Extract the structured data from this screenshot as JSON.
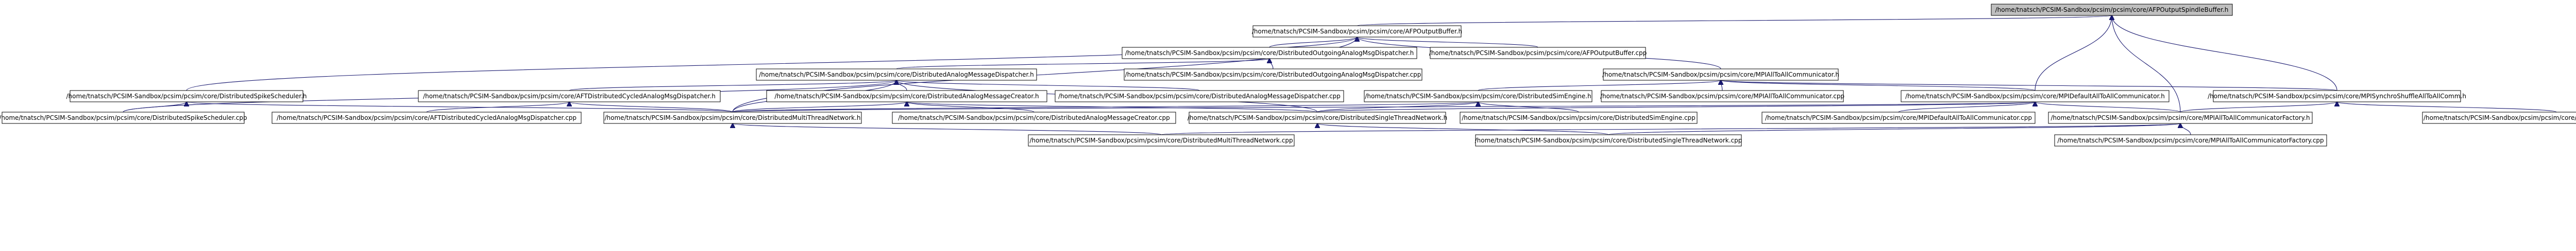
{
  "graph": {
    "root": "n0",
    "nodes": [
      {
        "id": "n0",
        "label": "/home/tnatsch/PCSIM-Sandbox/pcsim/pcsim/core/AFPOutputSpindleBuffer.h",
        "kind": "root"
      },
      {
        "id": "n1",
        "label": "/home/tnatsch/PCSIM-Sandbox/pcsim/pcsim/core/AFPOutputBuffer.h"
      },
      {
        "id": "n2",
        "label": "/home/tnatsch/PCSIM-Sandbox/pcsim/pcsim/core/DistributedOutgoingAnalogMsgDispatcher.h"
      },
      {
        "id": "n3",
        "label": "/home/tnatsch/PCSIM-Sandbox/pcsim/pcsim/core/AFPOutputBuffer.cpp"
      },
      {
        "id": "n4",
        "label": "/home/tnatsch/PCSIM-Sandbox/pcsim/pcsim/core/DistributedAnalogMessageDispatcher.h"
      },
      {
        "id": "n5",
        "label": "/home/tnatsch/PCSIM-Sandbox/pcsim/pcsim/core/DistributedOutgoingAnalogMsgDispatcher.cpp"
      },
      {
        "id": "n6",
        "label": "/home/tnatsch/PCSIM-Sandbox/pcsim/pcsim/core/MPIAllToAllCommunicator.h"
      },
      {
        "id": "n7",
        "label": "/home/tnatsch/PCSIM-Sandbox/pcsim/pcsim/core/DistributedSpikeScheduler.h"
      },
      {
        "id": "n8",
        "label": "/home/tnatsch/PCSIM-Sandbox/pcsim/pcsim/core/AFTDistributedCycledAnalogMsgDispatcher.h"
      },
      {
        "id": "n9",
        "label": "/home/tnatsch/PCSIM-Sandbox/pcsim/pcsim/core/DistributedAnalogMessageCreator.h"
      },
      {
        "id": "n10",
        "label": "/home/tnatsch/PCSIM-Sandbox/pcsim/pcsim/core/DistributedAnalogMessageDispatcher.cpp"
      },
      {
        "id": "n11",
        "label": "/home/tnatsch/PCSIM-Sandbox/pcsim/pcsim/core/DistributedSimEngine.h"
      },
      {
        "id": "n12",
        "label": "/home/tnatsch/PCSIM-Sandbox/pcsim/pcsim/core/MPIAllToAllCommunicator.cpp"
      },
      {
        "id": "n13",
        "label": "/home/tnatsch/PCSIM-Sandbox/pcsim/pcsim/core/MPIDefaultAllToAllCommunicator.h"
      },
      {
        "id": "n14",
        "label": "/home/tnatsch/PCSIM-Sandbox/pcsim/pcsim/core/MPISynchroShuffleAllToAllComm.h"
      },
      {
        "id": "n15",
        "label": "/home/tnatsch/PCSIM-Sandbox/pcsim/pcsim/core/DistributedSpikeScheduler.cpp"
      },
      {
        "id": "n16",
        "label": "/home/tnatsch/PCSIM-Sandbox/pcsim/pcsim/core/AFTDistributedCycledAnalogMsgDispatcher.cpp"
      },
      {
        "id": "n17",
        "label": "/home/tnatsch/PCSIM-Sandbox/pcsim/pcsim/core/DistributedMultiThreadNetwork.h"
      },
      {
        "id": "n18",
        "label": "/home/tnatsch/PCSIM-Sandbox/pcsim/pcsim/core/DistributedAnalogMessageCreator.cpp"
      },
      {
        "id": "n19",
        "label": "/home/tnatsch/PCSIM-Sandbox/pcsim/pcsim/core/DistributedSingleThreadNetwork.h"
      },
      {
        "id": "n20",
        "label": "/home/tnatsch/PCSIM-Sandbox/pcsim/pcsim/core/DistributedSimEngine.cpp"
      },
      {
        "id": "n21",
        "label": "/home/tnatsch/PCSIM-Sandbox/pcsim/pcsim/core/MPIDefaultAllToAllCommunicator.cpp"
      },
      {
        "id": "n22",
        "label": "/home/tnatsch/PCSIM-Sandbox/pcsim/pcsim/core/MPIAllToAllCommunicatorFactory.h"
      },
      {
        "id": "n23",
        "label": "/home/tnatsch/PCSIM-Sandbox/pcsim/pcsim/core/MPISynchroShuffleAllToAllComm.cpp"
      },
      {
        "id": "n24",
        "label": "/home/tnatsch/PCSIM-Sandbox/pcsim/pcsim/core/DistributedMultiThreadNetwork.cpp"
      },
      {
        "id": "n25",
        "label": "/home/tnatsch/PCSIM-Sandbox/pcsim/pcsim/core/DistributedSingleThreadNetwork.cpp"
      },
      {
        "id": "n26",
        "label": "/home/tnatsch/PCSIM-Sandbox/pcsim/pcsim/core/MPIAllToAllCommunicatorFactory.cpp"
      }
    ],
    "edges": [
      [
        "n1",
        "n0"
      ],
      [
        "n13",
        "n0"
      ],
      [
        "n14",
        "n0"
      ],
      [
        "n22",
        "n0"
      ],
      [
        "n2",
        "n1"
      ],
      [
        "n3",
        "n1"
      ],
      [
        "n6",
        "n1"
      ],
      [
        "n7",
        "n1"
      ],
      [
        "n17",
        "n1"
      ],
      [
        "n4",
        "n2"
      ],
      [
        "n5",
        "n2"
      ],
      [
        "n8",
        "n4"
      ],
      [
        "n9",
        "n4"
      ],
      [
        "n10",
        "n4"
      ],
      [
        "n15",
        "n4"
      ],
      [
        "n17",
        "n4"
      ],
      [
        "n19",
        "n4"
      ],
      [
        "n11",
        "n6"
      ],
      [
        "n12",
        "n6"
      ],
      [
        "n13",
        "n6"
      ],
      [
        "n14",
        "n6"
      ],
      [
        "n15",
        "n7"
      ],
      [
        "n17",
        "n7"
      ],
      [
        "n16",
        "n8"
      ],
      [
        "n17",
        "n8"
      ],
      [
        "n17",
        "n9"
      ],
      [
        "n18",
        "n9"
      ],
      [
        "n19",
        "n9"
      ],
      [
        "n17",
        "n11"
      ],
      [
        "n19",
        "n11"
      ],
      [
        "n20",
        "n11"
      ],
      [
        "n17",
        "n13"
      ],
      [
        "n19",
        "n13"
      ],
      [
        "n21",
        "n13"
      ],
      [
        "n22",
        "n13"
      ],
      [
        "n22",
        "n14"
      ],
      [
        "n23",
        "n14"
      ],
      [
        "n24",
        "n17"
      ],
      [
        "n25",
        "n19"
      ],
      [
        "n24",
        "n22"
      ],
      [
        "n25",
        "n22"
      ],
      [
        "n26",
        "n22"
      ]
    ]
  }
}
